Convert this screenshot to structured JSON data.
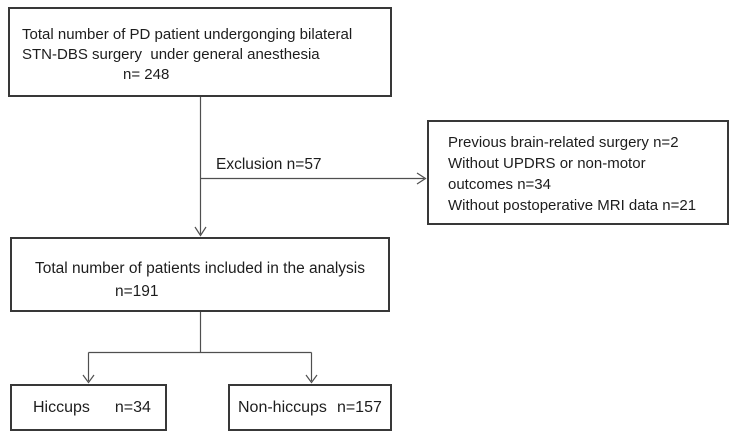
{
  "colors": {
    "background": "#ffffff",
    "box_border": "#383838",
    "connector_line": "#4f4f4f",
    "text": "#1d1d1d"
  },
  "nodes": {
    "total_surgery": {
      "line1": "Total number of PD patient undergonging bilateral",
      "line2": "STN-DBS surgery  under general anesthesia",
      "line3": "n= 248"
    },
    "exclusion_label": "Exclusion n=57",
    "exclusion_reasons": {
      "line1": "Previous brain-related surgery n=2",
      "line2": "Without UPDRS or non-motor",
      "line3": "outcomes n=34",
      "line4": "Without postoperative MRI data n=21"
    },
    "included": {
      "line1": "Total number of patients included in the analysis",
      "line2": "n=191"
    },
    "hiccups": {
      "label": "Hiccups",
      "count": "n=34"
    },
    "non_hiccups": {
      "label": "Non-hiccups",
      "count": "n=157"
    }
  }
}
